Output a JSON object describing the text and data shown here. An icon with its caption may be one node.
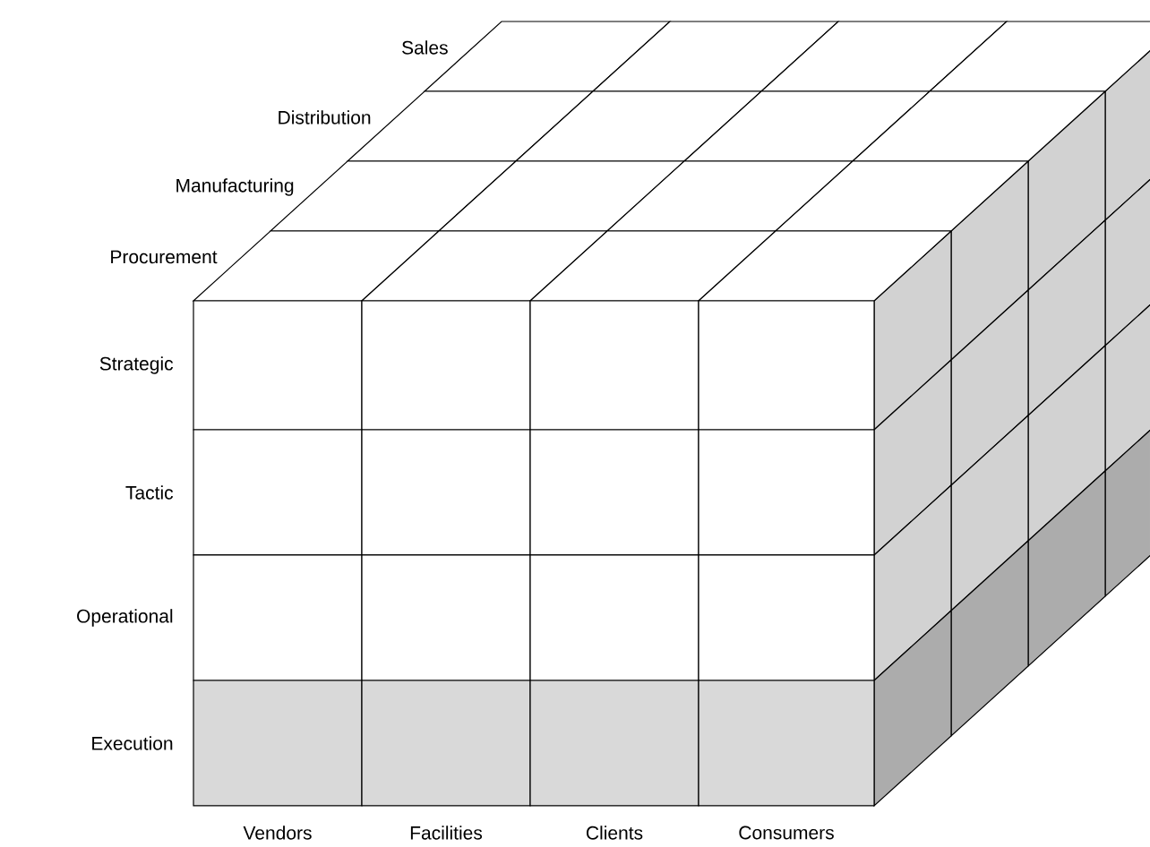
{
  "diagram": {
    "labels": [
      "Sales",
      "Distribution",
      "Manufacturing",
      "Procurement",
      "Strategic",
      "Tactic",
      "Operational",
      "Execution",
      "Vendors",
      "Facilities",
      "Clients",
      "Consumers"
    ]
  }
}
